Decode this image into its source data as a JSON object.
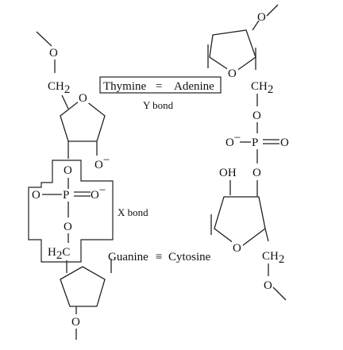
{
  "labels": {
    "o_top_left": "O",
    "ch2_left_main": "CH",
    "ch2_left_sub": "2",
    "ring1_o": "O",
    "o_phos_left_top": "O",
    "o_minus_left": "O",
    "minus_sign_left": "−",
    "o_phos_left_side": "O",
    "p_left": "P",
    "o_phos_left_double": "O",
    "minus_sign_left2": "−",
    "o_phos_left_bottom": "O",
    "h2c_main": "H",
    "h2c_sub": "2",
    "h2c_c": "C",
    "o_bottom": "O",
    "o_top_right": "O",
    "ring2_o": "O",
    "ch2_right_main": "CH",
    "ch2_right_sub": "2",
    "o_phos_right_top": "O",
    "o_phos_right_side": "O",
    "minus_sign_right": "−",
    "p_right": "P",
    "o_phos_right_double": "O",
    "oh_right": "OH",
    "o_phos_right_bottom": "O",
    "ring3_o": "O",
    "ch2_right_bottom_main": "CH",
    "ch2_right_bottom_sub": "2",
    "o_right_bottom": "O"
  },
  "pairs": {
    "top": {
      "left": "Thymine",
      "bond": "=",
      "right": "Adenine",
      "label": "Y bond"
    },
    "bottom": {
      "left": "Guanine",
      "bond": "≡",
      "right": "Cytosine",
      "label": "X bond"
    }
  }
}
